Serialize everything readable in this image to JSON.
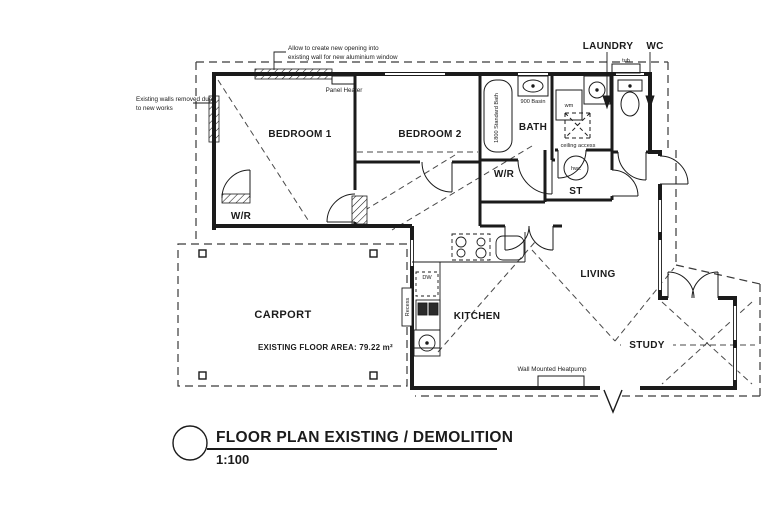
{
  "drawing": {
    "title": "FLOOR PLAN EXISTING / DEMOLITION",
    "scale": "1:100",
    "rooms": {
      "bedroom1": "BEDROOM 1",
      "bedroom2": "BEDROOM 2",
      "bath": "BATH",
      "laundry": "LAUNDRY",
      "wc": "WC",
      "living": "LIVING",
      "kitchen": "KITCHEN",
      "study": "STUDY",
      "carport": "CARPORT",
      "store": "ST",
      "wardrobe_bed1": "W/R",
      "wardrobe_hall": "W/R"
    },
    "annotations": {
      "opening_note_line1": "Allow to create new opening into",
      "opening_note_line2": "existing wall for new aluminium window",
      "walls_removed_line1": "Existing walls removed due",
      "walls_removed_line2": "to new works",
      "panel_heater": "Panel Heater",
      "heatpump": "Wall Mounted Heatpump",
      "carport_area": "EXISTING FLOOR AREA: 79.22 m²"
    },
    "fixtures": {
      "bath_tub": "1800 Standard Bath",
      "basin": "900 Basin",
      "washing_machine": "wm",
      "laundry_tub": "tub",
      "hot_water_cylinder": "hwc",
      "ceiling_access": "ceiling access",
      "dishwasher": "DW",
      "recess": "Recess"
    }
  }
}
